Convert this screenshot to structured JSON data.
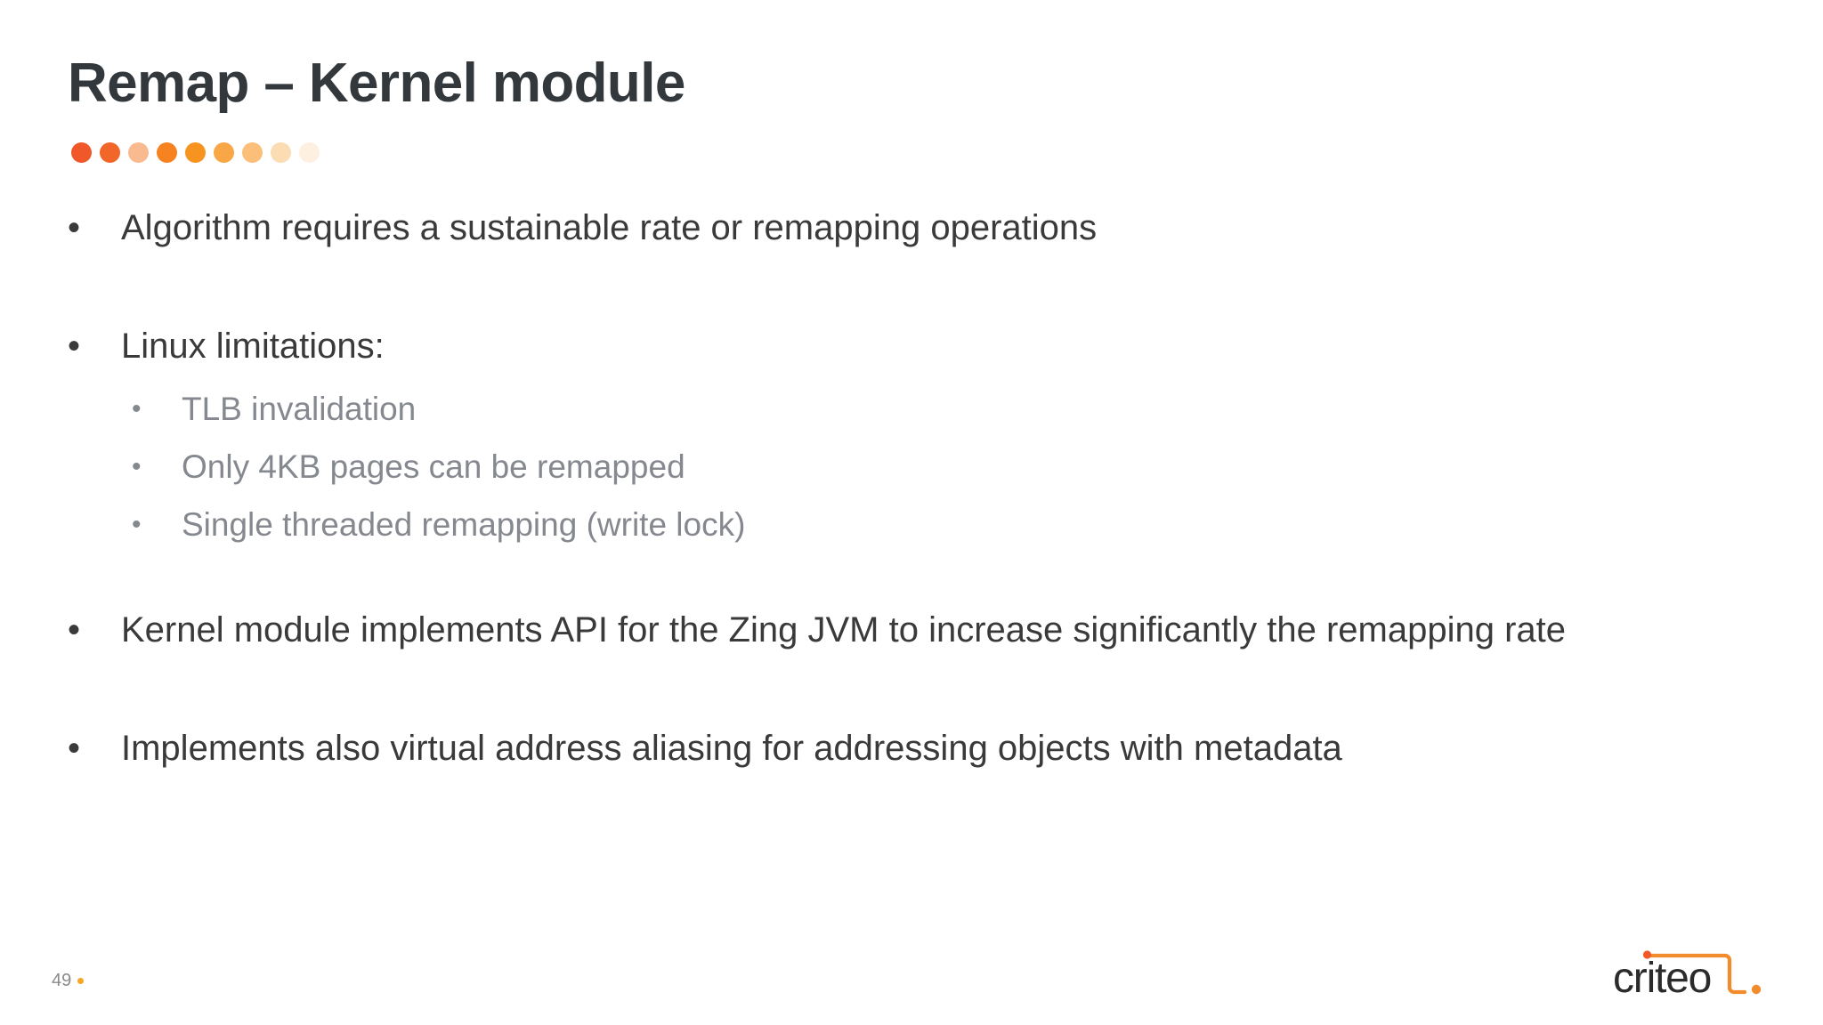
{
  "slide": {
    "title": "Remap – Kernel module",
    "accent_dots": [
      "#f0582a",
      "#f2662a",
      "#f4762180",
      "#f68220",
      "#f79420",
      "#f9a746",
      "#fbbf79",
      "#fcdcb2",
      "#fdf0e0"
    ],
    "accent_color": "#f5a623",
    "title_color": "#32383c",
    "body_color": "#3a3a3a",
    "subbullet_color": "#85898f",
    "bullet_marker": "•",
    "bullets": [
      {
        "level": 1,
        "text": "Algorithm requires a sustainable rate or remapping operations"
      },
      {
        "level": 1,
        "text": "Linux limitations:"
      },
      {
        "level": 2,
        "text": "TLB invalidation"
      },
      {
        "level": 2,
        "text": "Only 4KB pages can be remapped"
      },
      {
        "level": 2,
        "text": "Single threaded remapping (write lock)"
      },
      {
        "level": 1,
        "text": "Kernel module implements API for the Zing JVM to increase significantly the remapping rate"
      },
      {
        "level": 1,
        "text": "Implements also virtual address aliasing for addressing objects with metadata"
      }
    ],
    "footer": {
      "page_number": "49",
      "logo_text": "criteo",
      "logo_dark_color": "#2b2b2b",
      "logo_accent_color": "#f28b2b"
    }
  }
}
